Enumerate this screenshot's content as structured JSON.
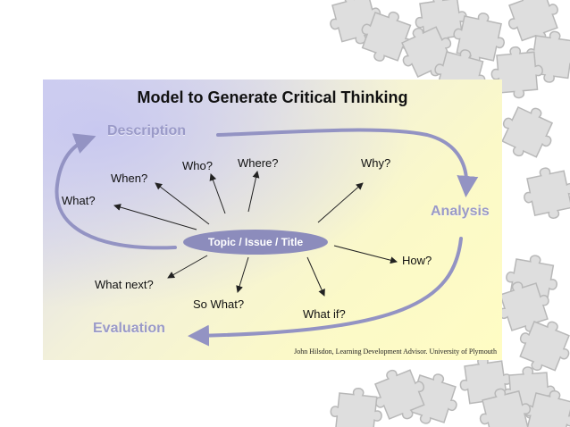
{
  "diagram": {
    "title": "Model to Generate Critical Thinking",
    "stages": {
      "description": "Description",
      "analysis": "Analysis",
      "evaluation": "Evaluation"
    },
    "center": "Topic / Issue / Title",
    "questions": {
      "what": "What?",
      "when": "When?",
      "who": "Who?",
      "where": "Where?",
      "why": "Why?",
      "how": "How?",
      "what_next": "What next?",
      "so_what": "So What?",
      "what_if": "What if?"
    },
    "credit": "John Hilsdon, Learning Development Advisor.  University of Plymouth"
  },
  "colors": {
    "stage_text": "#9a9ac8",
    "cycle_arrow": "#9393c3",
    "topic_fill": "#8c8cbc",
    "puzzle_piece": "#d9d9d9"
  }
}
